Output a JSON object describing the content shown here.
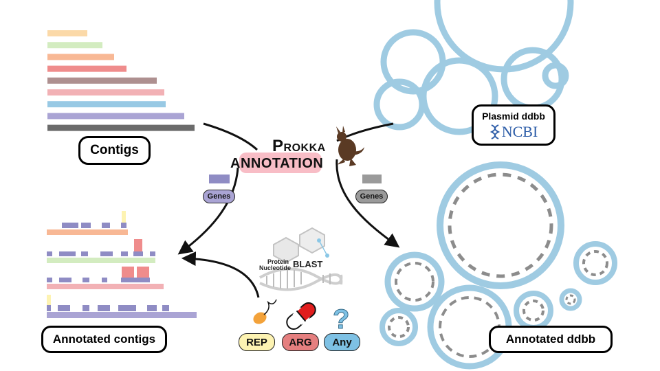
{
  "colors": {
    "ring": "#9fcbe2",
    "dash": "#8c8c8c",
    "gene_purple": "#8f8cc4",
    "gene_gray": "#9a9a9a",
    "rep_fill": "#fdf3b2",
    "arg_fill": "#e57f7f",
    "any_fill": "#7ec1e4",
    "highlight": "#f6a7b3"
  },
  "contig_bar_colors": [
    "#fbd9a8",
    "#d3ecc0",
    "#f8b895",
    "#ef8c8c",
    "#ae9090",
    "#f2b1b5",
    "#98c9e4",
    "#aaa4d4",
    "#6b6b6b"
  ],
  "labels": {
    "contigs": "Contigs",
    "annotated_contigs": "Annotated contigs",
    "annotated_ddbb": "Annotated ddbb",
    "plasmid_ddbb": "Plasmid ddbb",
    "ncbi": "NCBI",
    "prokka_p": "P",
    "prokka_rest": "ROKKA",
    "annotation": "ANNOTATION",
    "genes_left": "Genes",
    "genes_right": "Genes",
    "rep": "REP",
    "arg": "ARG",
    "any": "Any",
    "question_mark": "?",
    "protein": "Protein",
    "nucleotide": "Nucleotide",
    "blast": "BLAST"
  }
}
